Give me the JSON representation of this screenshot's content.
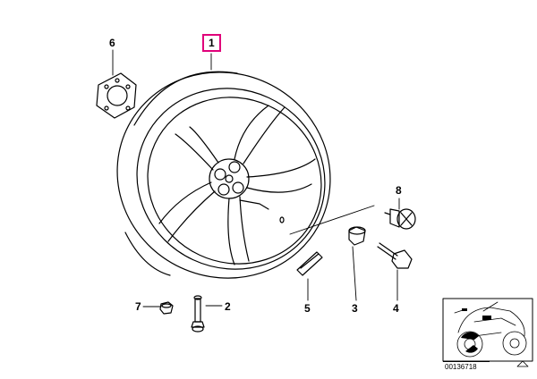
{
  "diagram": {
    "callouts": {
      "c1": "1",
      "c2": "2",
      "c3": "3",
      "c4": "4",
      "c5": "5",
      "c6": "6",
      "c7": "7",
      "c8": "8"
    },
    "catalog_number": "00136718",
    "highlight_color": "#e0007a"
  }
}
